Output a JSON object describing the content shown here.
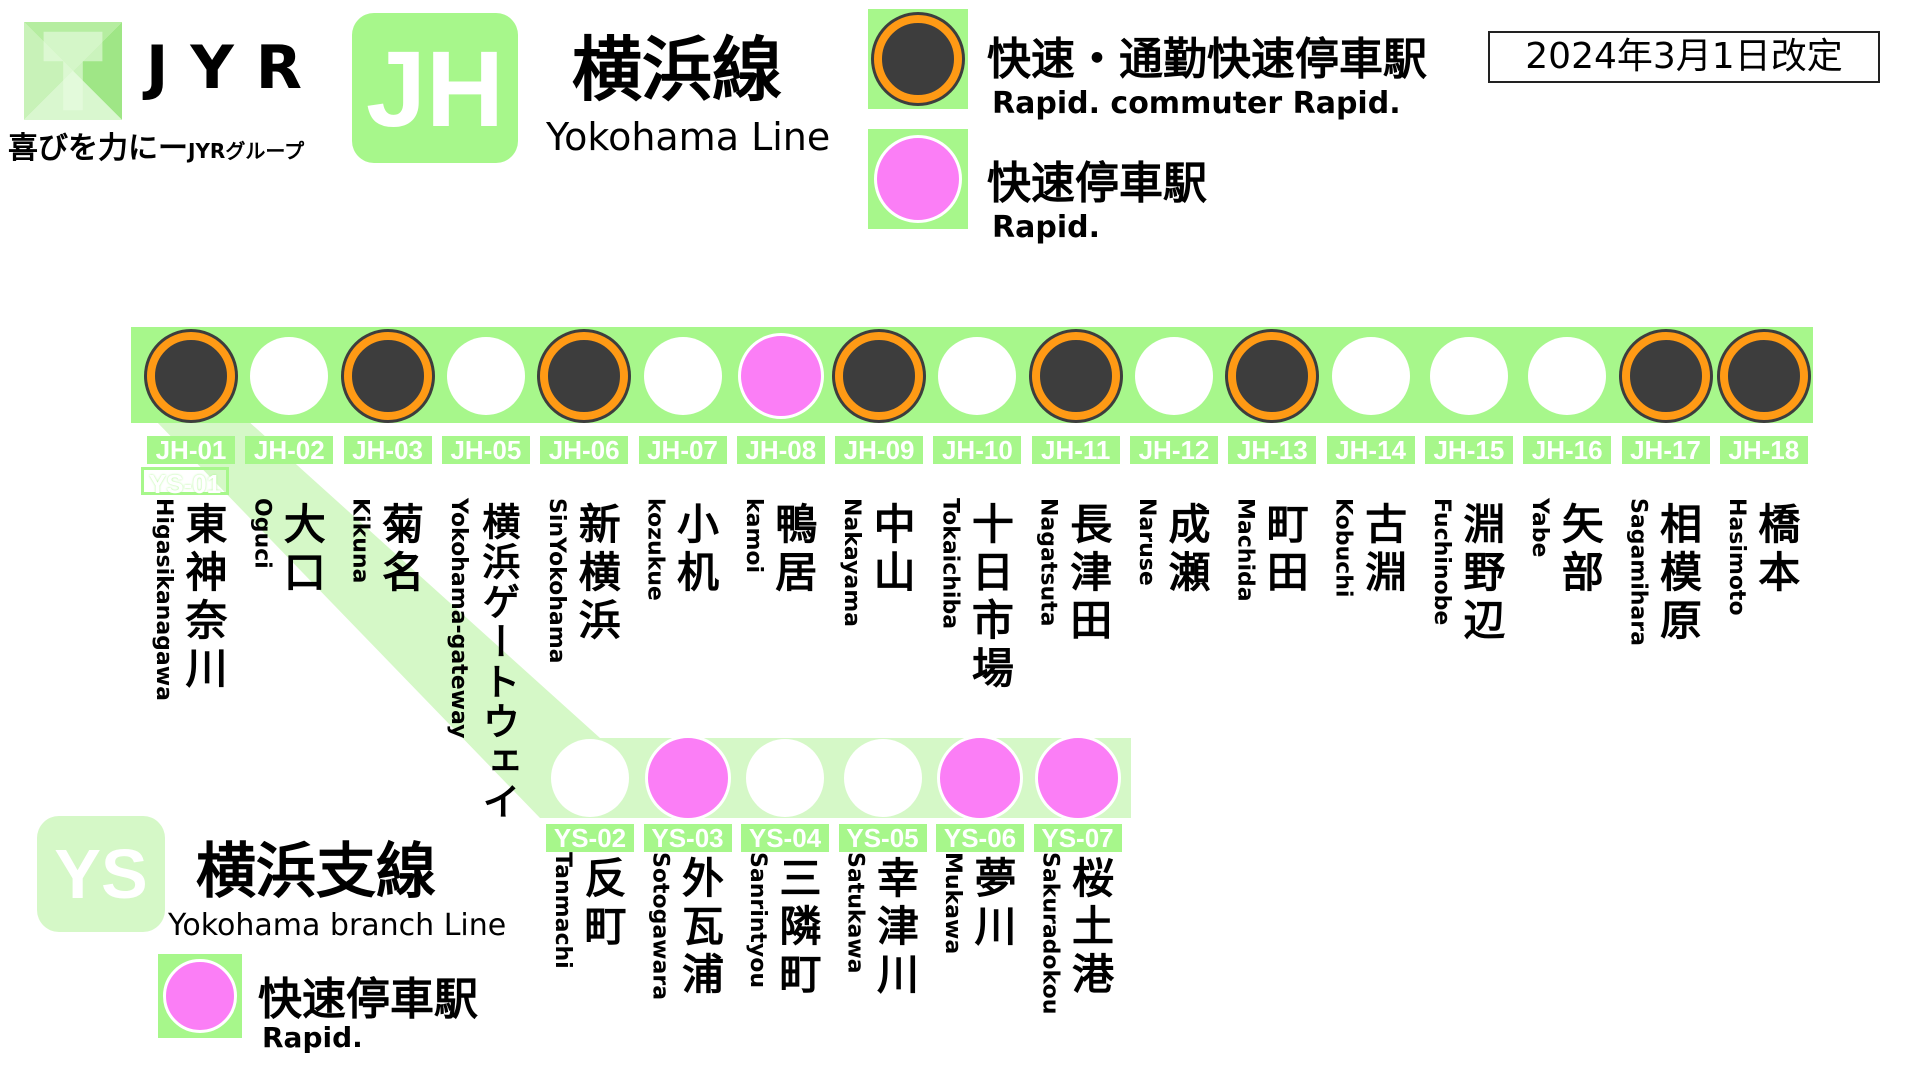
{
  "brand": {
    "name": "JYR",
    "slogan": "喜びを力に",
    "slogan_dash": "ー",
    "slogan_group": "JYRグループ"
  },
  "line": {
    "code": "JH",
    "name_ja": "横浜線",
    "name_en": "Yokohama Line"
  },
  "branch": {
    "code": "YS",
    "name_ja": "横浜支線",
    "name_en": "Yokohama branch Line"
  },
  "legend": {
    "rapid_commuter_ja": "快速・通勤快速停車駅",
    "rapid_commuter_en": "Rapid. commuter Rapid.",
    "rapid_ja": "快速停車駅",
    "rapid_en": "Rapid."
  },
  "branch_legend": {
    "rapid_ja": "快速停車駅",
    "rapid_en": "Rapid."
  },
  "revision": "2024年3月1日改定",
  "colors": {
    "line_green": "#a7f78b",
    "branch_green": "#d5f8c7",
    "rapid_pink": "#fb7ef6",
    "commuter_orange": "#ff9a15",
    "commuter_dark": "#3d3d3d"
  },
  "main_stations": [
    {
      "code": "JH-01",
      "extra_code": "YS-01",
      "ja": "東神奈川",
      "en": "Higasikanagawa",
      "stop": "rapid_commuter"
    },
    {
      "code": "JH-02",
      "ja": "大口",
      "en": "Oguci",
      "stop": "local"
    },
    {
      "code": "JH-03",
      "ja": "菊名",
      "en": "Kikuna",
      "stop": "rapid_commuter"
    },
    {
      "code": "JH-05",
      "ja": "横浜ゲートウェイ",
      "en": "Yokohama-gateway",
      "stop": "local"
    },
    {
      "code": "JH-06",
      "ja": "新横浜",
      "en": "SinYokohama",
      "stop": "rapid_commuter"
    },
    {
      "code": "JH-07",
      "ja": "小机",
      "en": "kozukue",
      "stop": "local"
    },
    {
      "code": "JH-08",
      "ja": "鴨居",
      "en": "kamoi",
      "stop": "rapid"
    },
    {
      "code": "JH-09",
      "ja": "中山",
      "en": "Nakayama",
      "stop": "rapid_commuter"
    },
    {
      "code": "JH-10",
      "ja": "十日市場",
      "en": "Tokaichiba",
      "stop": "local"
    },
    {
      "code": "JH-11",
      "ja": "長津田",
      "en": "Nagatsuta",
      "stop": "rapid_commuter"
    },
    {
      "code": "JH-12",
      "ja": "成瀬",
      "en": "Naruse",
      "stop": "local"
    },
    {
      "code": "JH-13",
      "ja": "町田",
      "en": "Machida",
      "stop": "rapid_commuter"
    },
    {
      "code": "JH-14",
      "ja": "古淵",
      "en": "Kobuchi",
      "stop": "local"
    },
    {
      "code": "JH-15",
      "ja": "淵野辺",
      "en": "Fuchinobe",
      "stop": "local"
    },
    {
      "code": "JH-16",
      "ja": "矢部",
      "en": "Yabe",
      "stop": "local"
    },
    {
      "code": "JH-17",
      "ja": "相模原",
      "en": "Sagamihara",
      "stop": "rapid_commuter"
    },
    {
      "code": "JH-18",
      "ja": "橋本",
      "en": "Hasimoto",
      "stop": "rapid_commuter"
    }
  ],
  "branch_stations": [
    {
      "code": "YS-02",
      "ja": "反町",
      "en": "Tanmachi",
      "stop": "local"
    },
    {
      "code": "YS-03",
      "ja": "外瓦浦",
      "en": "Sotogawara",
      "stop": "rapid"
    },
    {
      "code": "YS-04",
      "ja": "三隣町",
      "en": "Sanrintyou",
      "stop": "local"
    },
    {
      "code": "YS-05",
      "ja": "幸津川",
      "en": "Satukawa",
      "stop": "local"
    },
    {
      "code": "YS-06",
      "ja": "夢川",
      "en": "Mukawa",
      "stop": "rapid"
    },
    {
      "code": "YS-07",
      "ja": "桜土港",
      "en": "Sakuradokou",
      "stop": "rapid"
    }
  ]
}
